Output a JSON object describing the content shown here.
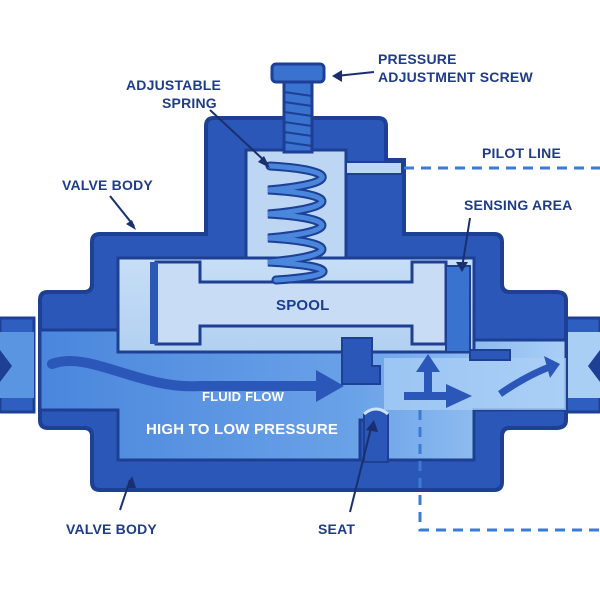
{
  "labels": {
    "pressure_adjustment_screw_line1": "PRESSURE",
    "pressure_adjustment_screw_line2": "ADJUSTMENT SCREW",
    "adjustable_spring_line1": "ADJUSTABLE",
    "adjustable_spring_line2": "SPRING",
    "pilot_line": "PILOT LINE",
    "sensing_area": "SENSING AREA",
    "valve_body_top": "VALVE BODY",
    "valve_body_bottom": "VALVE BODY",
    "spool": "SPOOL",
    "fluid_flow": "FLUID FLOW",
    "high_to_low_pressure": "HIGH TO LOW PRESSURE",
    "seat": "SEAT"
  },
  "colors": {
    "body_dark": "#2a57b8",
    "body_outline": "#1d3f94",
    "cavity_light": "#bcd6f3",
    "fluid_mid": "#4f8fe0",
    "fluid_light": "#8cbcf0",
    "label_text": "#1f3c8a",
    "accent": "#3a7bd5"
  },
  "icons": {
    "screw": "screw-icon",
    "spring": "spring-icon",
    "flow_arrow": "arrow-right-icon",
    "inlet_arrow": "arrow-right-icon",
    "outlet_arrow": "arrow-left-icon"
  }
}
